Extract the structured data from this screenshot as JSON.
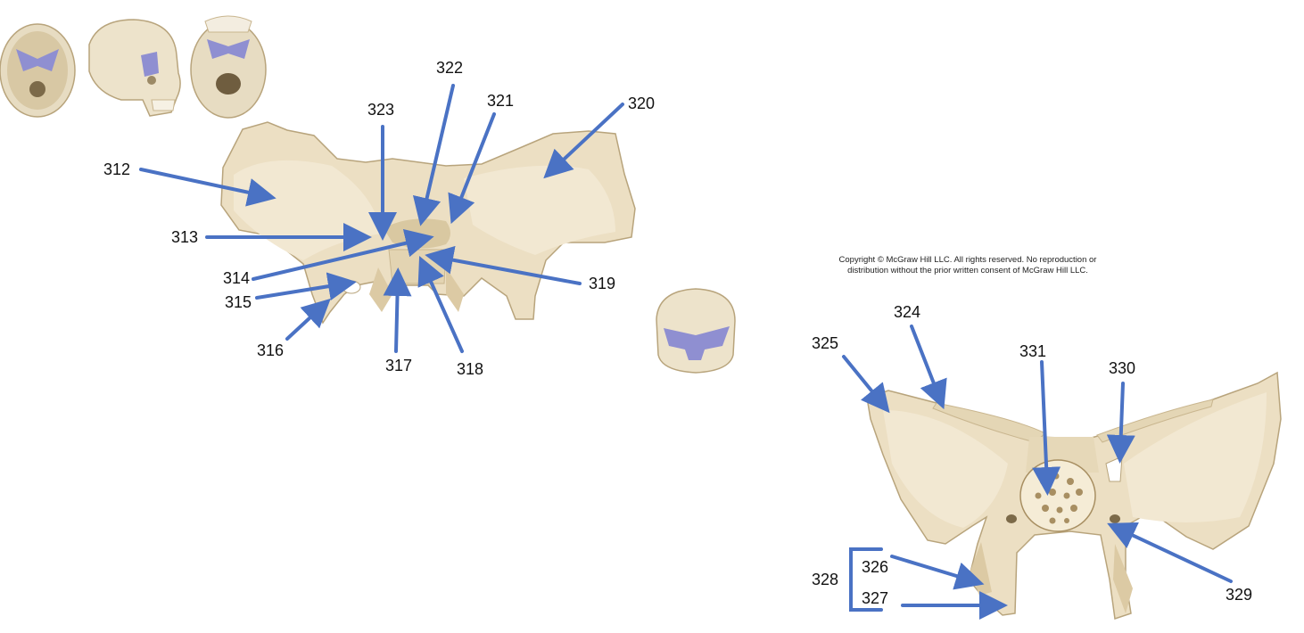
{
  "copyright": {
    "line1": "Copyright © McGraw Hill LLC. All rights reserved. No reproduction or",
    "line2": "distribution without the prior written consent of McGraw Hill LLC."
  },
  "colors": {
    "bone": "#ecdfc3",
    "bone_shadow": "#c9b68f",
    "bone_outline": "#b8a47c",
    "highlight": "#8f8fd1",
    "arrow": "#4a72c4",
    "label": "#111111"
  },
  "upper_view_labels": [
    "312",
    "313",
    "314",
    "315",
    "316",
    "317",
    "318",
    "319",
    "320",
    "321",
    "322",
    "323"
  ],
  "lower_view_labels": [
    "324",
    "325",
    "326",
    "327",
    "328",
    "329",
    "330",
    "331"
  ],
  "icons": [
    "skull-superior-view-icon",
    "skull-lateral-view-icon",
    "skull-inferior-view-icon",
    "skull-posterior-view-icon"
  ]
}
